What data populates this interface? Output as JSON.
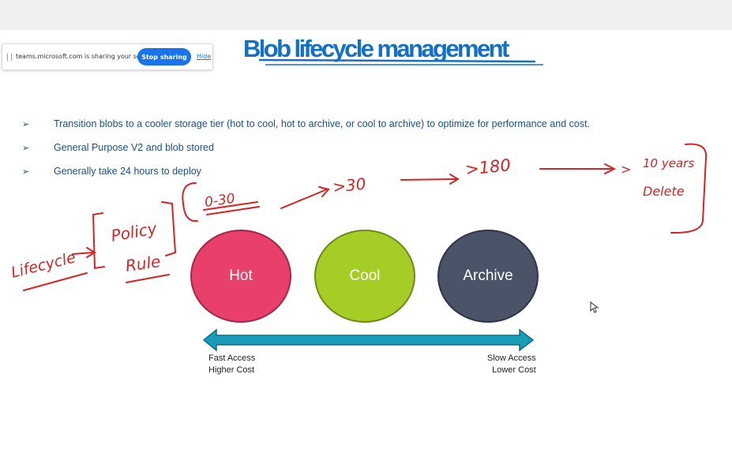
{
  "share_bar": {
    "message": "teams.microsoft.com is sharing your screen.",
    "stop_label": "Stop sharing",
    "hide_label": "Hide"
  },
  "slide": {
    "title": "Blob lifecycle  management",
    "bullets": [
      "Transition blobs to a cooler storage tier (hot to cool, hot to archive, or cool to archive) to optimize for performance and cost.",
      "General Purpose V2 and blob stored",
      "Generally take 24 hours to deploy"
    ],
    "bullet_glyph": "➢",
    "tiers": [
      {
        "label": "Hot",
        "color": "#e8406b"
      },
      {
        "label": "Cool",
        "color": "#a6cd25"
      },
      {
        "label": "Archive",
        "color": "#4b5368"
      }
    ],
    "axis": {
      "left_line1": "Fast Access",
      "left_line2": "Higher Cost",
      "right_line1": "Slow Access",
      "right_line2": "Lower Cost",
      "arrow_color": "#1a9cb8"
    }
  },
  "annotations": {
    "ink_color": "#d42424",
    "lifecycle": "Lifecycle",
    "policy": "Policy",
    "rule": "Rule",
    "range_0_30": "0-30",
    "gt30": ">30",
    "gt180": ">180",
    "ten_years": "10 years",
    "delete": "Delete"
  }
}
